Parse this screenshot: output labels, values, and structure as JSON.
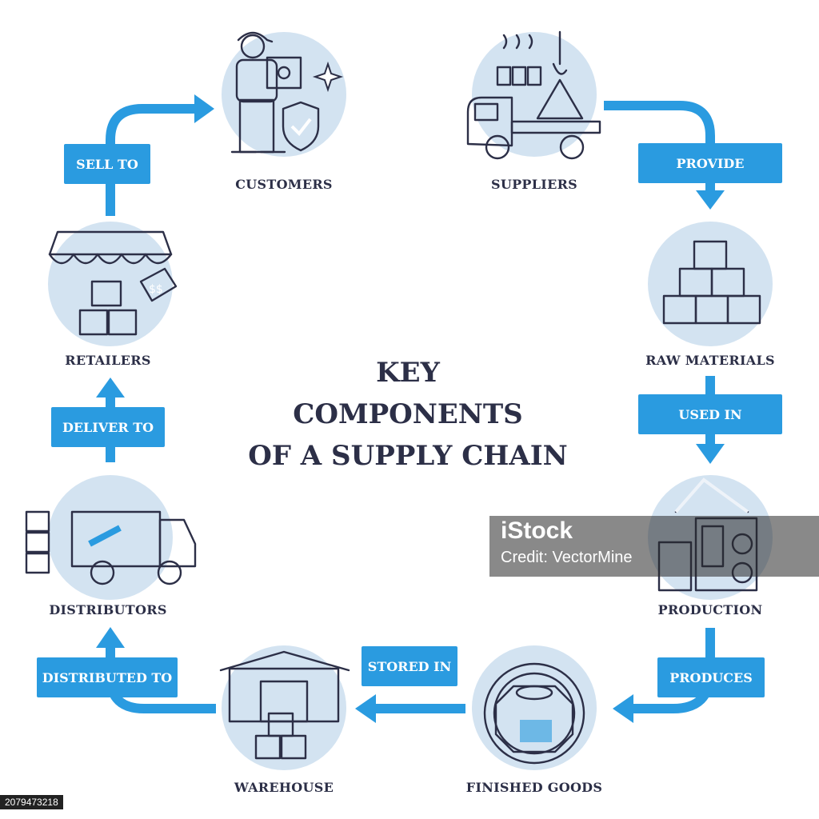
{
  "title": {
    "line1": "KEY",
    "line2": "COMPONENTS",
    "line3": "OF A SUPPLY CHAIN"
  },
  "nodes": {
    "customers": "CUSTOMERS",
    "suppliers": "SUPPLIERS",
    "raw_materials": "RAW MATERIALS",
    "production": "PRODUCTION",
    "finished_goods": "FINISHED GOODS",
    "warehouse": "WAREHOUSE",
    "distributors": "DISTRIBUTORS",
    "retailers": "RETAILERS"
  },
  "links": {
    "provide": "PROVIDE",
    "used_in": "USED IN",
    "produces": "PRODUCES",
    "stored_in": "STORED IN",
    "distributed_to": "DISTRIBUTED TO",
    "deliver_to": "DELIVER TO",
    "sell_to": "SELL TO"
  },
  "watermark": {
    "brand": "iStock",
    "credit": "Credit: VectorMine"
  },
  "stock_id": "2079473218",
  "colors": {
    "accent": "#2a9be0",
    "circle": "#d3e3f1",
    "text": "#2c2f47"
  }
}
